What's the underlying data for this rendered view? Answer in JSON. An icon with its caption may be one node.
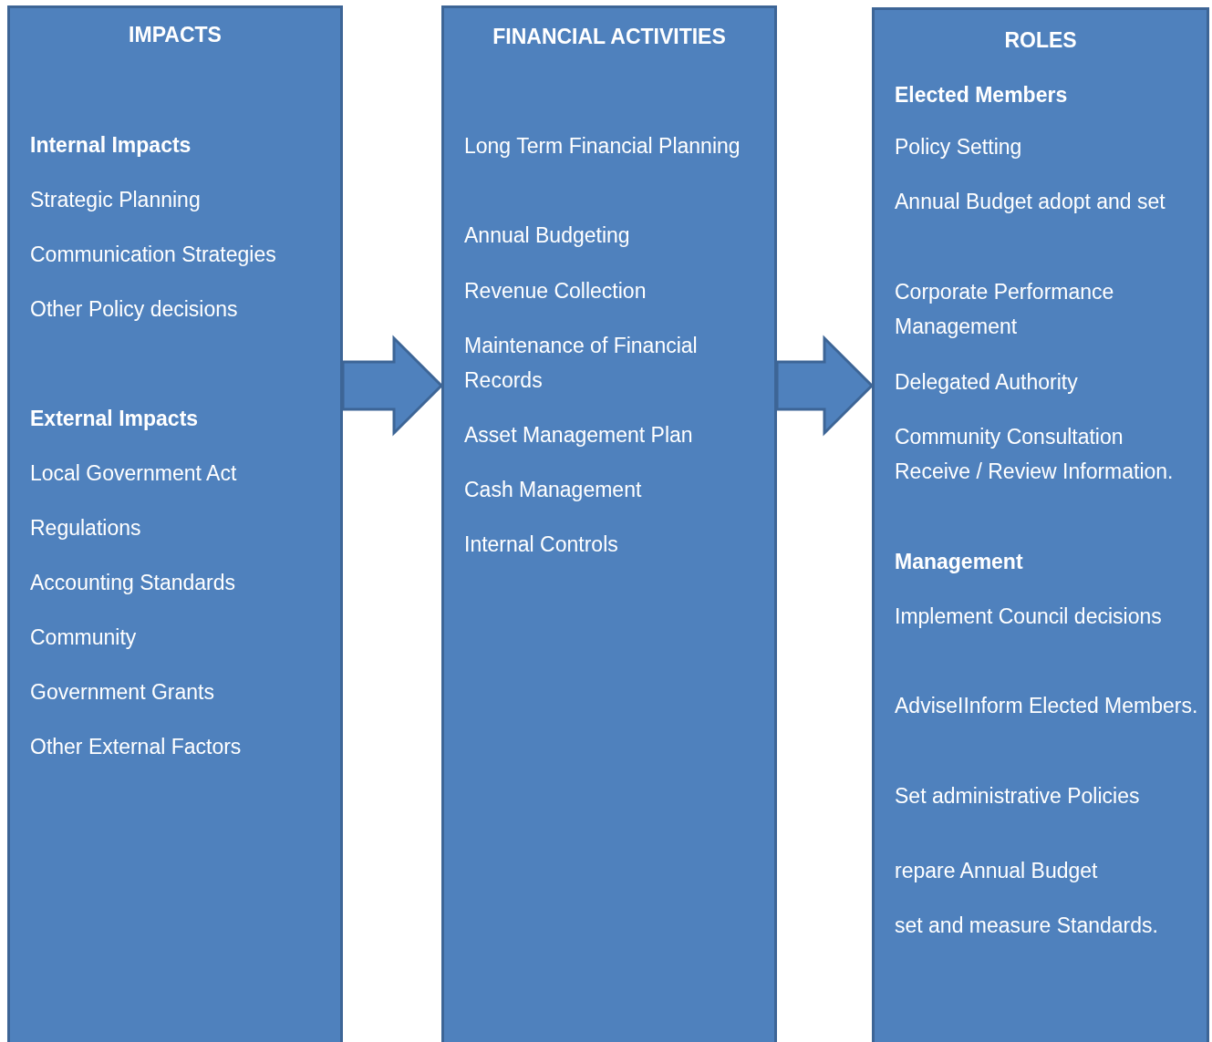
{
  "diagram": {
    "nodes": [
      {
        "text": [
          "IMPACTS",
          "Internal Impacts",
          "Strategic Planning",
          "Communication Strategies",
          "Other Policy decisions",
          "External Impacts",
          "Local Government Act",
          "Regulations",
          "Accounting Standards",
          "Community",
          "Government Grants",
          "Other External Factors"
        ]
      },
      {
        "text": [
          "FINANCIAL ACTIVITIES",
          "Long Term Financial Planning",
          "Annual Budgeting",
          "Revenue Collection",
          "Maintenance of Financial Records",
          "Asset Management Plan",
          "Cash Management",
          "Internal Controls"
        ]
      },
      {
        "text": [
          "ROLES",
          "Elected Members",
          "Policy Setting",
          "Annual Budget adopt and set",
          "Corporate Performance Management",
          "Delegated Authority",
          "Community Consultation Receive / Review Information.",
          "Management",
          "Implement Council decisions",
          "AdviseIInform Elected Members.",
          "Set administrative Policies",
          "repare Annual Budget",
          "set and measure Standards."
        ]
      }
    ],
    "edges": [
      {
        "from": 0,
        "to": 1,
        "arrow": "to"
      },
      {
        "from": 1,
        "to": 2,
        "arrow": "to"
      }
    ]
  }
}
